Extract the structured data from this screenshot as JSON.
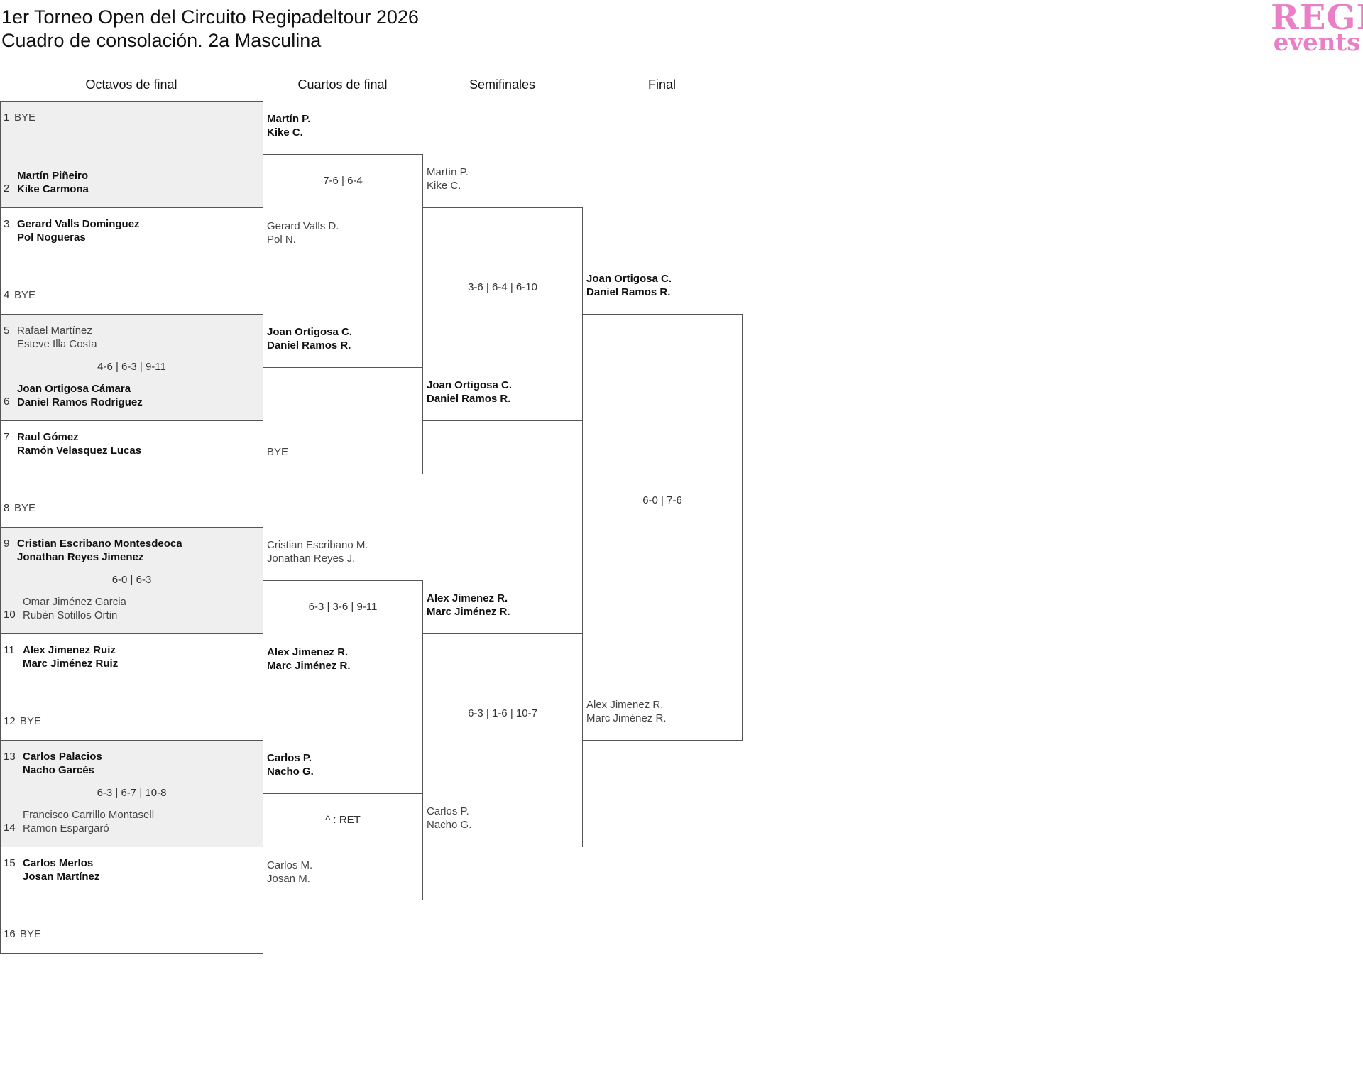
{
  "title": [
    "1er Torneo Open del Circuito Regipadeltour 2026",
    "Cuadro de consolación. 2a Masculina"
  ],
  "logo": [
    "REGI",
    "events"
  ],
  "rounds": [
    "Octavos de final",
    "Cuartos de final",
    "Semifinales",
    "Final"
  ],
  "octavos": [
    {
      "seed_top": "1",
      "top": [
        "BYE"
      ],
      "top_win": false,
      "seed_bot": "2",
      "bot": [
        "Martín Piñeiro",
        "Kike Carmona"
      ],
      "bot_win": true,
      "score": ""
    },
    {
      "seed_top": "3",
      "top": [
        "Gerard Valls Dominguez",
        "Pol Nogueras"
      ],
      "top_win": true,
      "seed_bot": "4",
      "bot": [
        "BYE"
      ],
      "bot_win": false,
      "score": ""
    },
    {
      "seed_top": "5",
      "top": [
        "Rafael Martínez",
        "Esteve Illa Costa"
      ],
      "top_win": false,
      "seed_bot": "6",
      "bot": [
        "Joan Ortigosa Cámara",
        "Daniel Ramos Rodríguez"
      ],
      "bot_win": true,
      "score": "4-6 | 6-3 | 9-11"
    },
    {
      "seed_top": "7",
      "top": [
        "Raul Gómez",
        "Ramón Velasquez Lucas"
      ],
      "top_win": true,
      "seed_bot": "8",
      "bot": [
        "BYE"
      ],
      "bot_win": false,
      "score": ""
    },
    {
      "seed_top": "9",
      "top": [
        "Cristian Escribano Montesdeoca",
        "Jonathan Reyes Jimenez"
      ],
      "top_win": true,
      "seed_bot": "10",
      "bot": [
        "Omar Jiménez Garcia",
        "Rubén Sotillos Ortin"
      ],
      "bot_win": false,
      "score": "6-0 | 6-3"
    },
    {
      "seed_top": "11",
      "top": [
        "Alex Jimenez Ruiz",
        "Marc Jiménez Ruiz"
      ],
      "top_win": true,
      "seed_bot": "12",
      "bot": [
        "BYE"
      ],
      "bot_win": false,
      "score": ""
    },
    {
      "seed_top": "13",
      "top": [
        "Carlos Palacios",
        "Nacho Garcés"
      ],
      "top_win": true,
      "seed_bot": "14",
      "bot": [
        "Francisco Carrillo Montasell",
        "Ramon Espargaró"
      ],
      "bot_win": false,
      "score": "6-3 | 6-7 | 10-8"
    },
    {
      "seed_top": "15",
      "top": [
        "Carlos Merlos",
        "Josan Martínez"
      ],
      "top_win": true,
      "seed_bot": "16",
      "bot": [
        "BYE"
      ],
      "bot_win": false,
      "score": ""
    }
  ],
  "cuartos": [
    {
      "top": [
        "Martín P.",
        "Kike C."
      ],
      "top_win": true,
      "bot": [
        "Gerard Valls D.",
        "Pol N."
      ],
      "bot_win": false,
      "score": "7-6 | 6-4"
    },
    {
      "top": [
        "Joan Ortigosa C.",
        "Daniel Ramos R."
      ],
      "top_win": true,
      "bot": [
        "BYE"
      ],
      "bot_win": false,
      "score": ""
    },
    {
      "top": [
        "Cristian Escribano M.",
        "Jonathan Reyes J."
      ],
      "top_win": false,
      "bot": [
        "Alex Jimenez R.",
        "Marc Jiménez R."
      ],
      "bot_win": true,
      "score": "6-3 | 3-6 | 9-11"
    },
    {
      "top": [
        "Carlos P.",
        "Nacho G."
      ],
      "top_win": true,
      "bot": [
        "Carlos M.",
        "Josan M."
      ],
      "bot_win": false,
      "score": "^ : RET"
    }
  ],
  "semis": [
    {
      "top": [
        "Martín P.",
        "Kike C."
      ],
      "top_win": false,
      "bot": [
        "Joan Ortigosa C.",
        "Daniel Ramos R."
      ],
      "bot_win": true,
      "score": "3-6 | 6-4 | 6-10"
    },
    {
      "top": [
        "Alex Jimenez R.",
        "Marc Jiménez R."
      ],
      "top_win": true,
      "bot": [
        "Carlos P.",
        "Nacho G."
      ],
      "bot_win": false,
      "score": "6-3 | 1-6 | 10-7"
    }
  ],
  "final": [
    {
      "top": [
        "Joan Ortigosa C.",
        "Daniel Ramos R."
      ],
      "top_win": true,
      "bot": [
        "Alex Jimenez R.",
        "Marc Jiménez R."
      ],
      "bot_win": false,
      "score": "6-0 | 7-6"
    }
  ]
}
